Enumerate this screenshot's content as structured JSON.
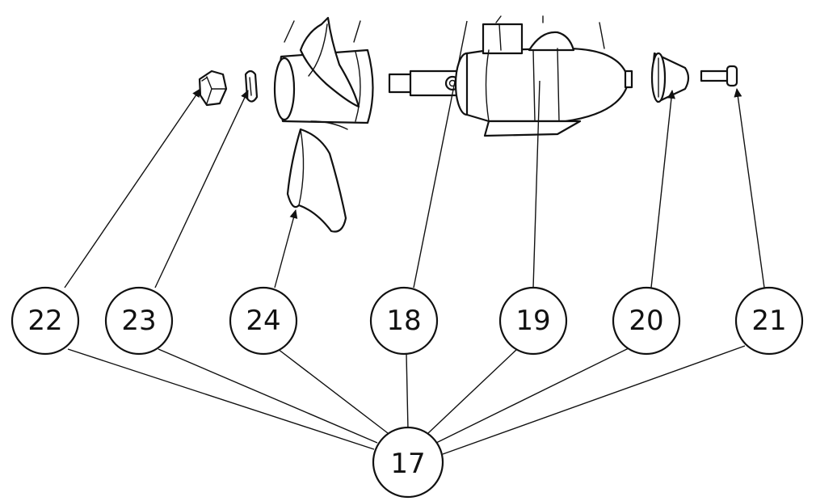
{
  "diagram": {
    "hub_label": "17",
    "callouts": [
      {
        "id": "22",
        "label": "22",
        "part": "propeller-nut"
      },
      {
        "id": "23",
        "label": "23",
        "part": "washer"
      },
      {
        "id": "24",
        "label": "24",
        "part": "propeller"
      },
      {
        "id": "18",
        "label": "18",
        "part": "drive-pin"
      },
      {
        "id": "19",
        "label": "19",
        "part": "motor-housing"
      },
      {
        "id": "20",
        "label": "20",
        "part": "nose-cone"
      },
      {
        "id": "21",
        "label": "21",
        "part": "screw"
      }
    ]
  },
  "colors": {
    "line": "#111111",
    "background": "#ffffff"
  }
}
